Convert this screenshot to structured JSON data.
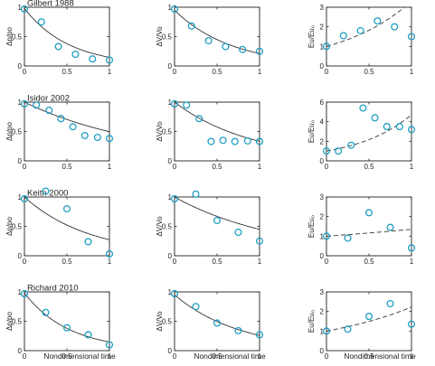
{
  "figure": {
    "xlabel": "Nondimensional time"
  },
  "chart_data": [
    {
      "id": "r0c0",
      "type": "scatter",
      "title": "Gilbert 1988",
      "ylabel": "Δp/po",
      "xlim": [
        0,
        1
      ],
      "ylim": [
        0,
        1
      ],
      "xticks": [
        0,
        0.5,
        1
      ],
      "yticks": [
        0,
        0.5,
        1
      ],
      "tick_labels_y": [
        "0",
        "0.5",
        "1"
      ],
      "points": {
        "x": [
          0,
          0.2,
          0.4,
          0.6,
          0.8,
          1.0
        ],
        "y": [
          0.97,
          0.75,
          0.33,
          0.2,
          0.12,
          0.1
        ]
      },
      "fit": {
        "kind": "exp",
        "a": 0.98,
        "k": 1.9,
        "style": "solid"
      }
    },
    {
      "id": "r0c1",
      "type": "scatter",
      "title": "",
      "ylabel": "ΔV/Vo",
      "xlim": [
        0,
        1
      ],
      "ylim": [
        0,
        1
      ],
      "xticks": [
        0,
        0.5,
        1
      ],
      "yticks": [
        0,
        0.5,
        1
      ],
      "tick_labels_y": [
        "0",
        "0.5",
        "1"
      ],
      "points": {
        "x": [
          0,
          0.2,
          0.4,
          0.6,
          0.8,
          1.0
        ],
        "y": [
          0.97,
          0.68,
          0.43,
          0.33,
          0.28,
          0.25
        ]
      },
      "fit": {
        "kind": "exp",
        "a": 0.95,
        "k": 1.5,
        "style": "solid"
      }
    },
    {
      "id": "r0c2",
      "type": "scatter",
      "title": "",
      "ylabel": "Eu/Eu₀",
      "xlim": [
        0,
        1
      ],
      "ylim": [
        0,
        3
      ],
      "xticks": [
        0,
        0.5,
        1
      ],
      "yticks": [
        0,
        1,
        2,
        3
      ],
      "tick_labels_y": [
        "0",
        "1",
        "2",
        "3"
      ],
      "points": {
        "x": [
          0,
          0.2,
          0.4,
          0.6,
          0.8,
          1.0
        ],
        "y": [
          1.0,
          1.55,
          1.8,
          2.3,
          2.0,
          1.5
        ]
      },
      "fit": {
        "kind": "exp",
        "a": 1.0,
        "k": 1.2,
        "style": "dashed"
      }
    },
    {
      "id": "r1c0",
      "type": "scatter",
      "title": "Isidor 2002",
      "ylabel": "Δp/po",
      "xlim": [
        0,
        1
      ],
      "ylim": [
        0,
        1
      ],
      "xticks": [
        0,
        0.5,
        1
      ],
      "yticks": [
        0,
        0.5,
        1
      ],
      "tick_labels_y": [
        "0",
        "0.5",
        "1"
      ],
      "points": {
        "x": [
          0,
          0.14,
          0.29,
          0.43,
          0.57,
          0.71,
          0.86,
          1.0
        ],
        "y": [
          0.97,
          0.95,
          0.86,
          0.72,
          0.58,
          0.43,
          0.4,
          0.38
        ]
      },
      "fit": {
        "kind": "exp",
        "a": 1.0,
        "k": 0.7,
        "style": "solid"
      }
    },
    {
      "id": "r1c1",
      "type": "scatter",
      "title": "",
      "ylabel": "ΔV/Vo",
      "xlim": [
        0,
        1
      ],
      "ylim": [
        0,
        1
      ],
      "xticks": [
        0,
        0.5,
        1
      ],
      "yticks": [
        0,
        0.5,
        1
      ],
      "tick_labels_y": [
        "0",
        "0.5",
        "1"
      ],
      "points": {
        "x": [
          0,
          0.14,
          0.29,
          0.43,
          0.57,
          0.71,
          0.86,
          1.0
        ],
        "y": [
          0.97,
          0.95,
          0.72,
          0.33,
          0.35,
          0.33,
          0.34,
          0.33
        ]
      },
      "fit": {
        "kind": "exp",
        "a": 1.0,
        "k": 1.1,
        "style": "solid"
      }
    },
    {
      "id": "r1c2",
      "type": "scatter",
      "title": "",
      "ylabel": "Eu/Eu₀",
      "xlim": [
        0,
        1
      ],
      "ylim": [
        0,
        6
      ],
      "xticks": [
        0,
        0.5,
        1
      ],
      "yticks": [
        0,
        2,
        4,
        6
      ],
      "tick_labels_y": [
        "0",
        "2",
        "4",
        "6"
      ],
      "points": {
        "x": [
          0,
          0.14,
          0.29,
          0.43,
          0.57,
          0.71,
          0.86,
          1.0
        ],
        "y": [
          1.0,
          1.0,
          1.6,
          5.4,
          4.4,
          3.5,
          3.5,
          3.2
        ]
      },
      "fit": {
        "kind": "exp",
        "a": 1.0,
        "k": 1.55,
        "style": "dashed"
      }
    },
    {
      "id": "r2c0",
      "type": "scatter",
      "title": "Keith 2000",
      "ylabel": "Δp/po",
      "xlim": [
        0,
        1
      ],
      "ylim": [
        0,
        1
      ],
      "xticks": [
        0,
        0.5,
        1
      ],
      "yticks": [
        0,
        0.5,
        1
      ],
      "tick_labels_y": [
        "0",
        "0.5",
        "1"
      ],
      "points": {
        "x": [
          0,
          0.25,
          0.5,
          0.75,
          1.0
        ],
        "y": [
          0.97,
          1.1,
          0.8,
          0.24,
          0.03
        ]
      },
      "fit": {
        "kind": "exp",
        "a": 1.0,
        "k": 1.3,
        "style": "solid"
      }
    },
    {
      "id": "r2c1",
      "type": "scatter",
      "title": "",
      "ylabel": "ΔV/Vo",
      "xlim": [
        0,
        1
      ],
      "ylim": [
        0,
        1
      ],
      "xticks": [
        0,
        0.5,
        1
      ],
      "yticks": [
        0,
        0.5,
        1
      ],
      "tick_labels_y": [
        "0",
        "0.5",
        "1"
      ],
      "points": {
        "x": [
          0,
          0.25,
          0.5,
          0.75,
          1.0
        ],
        "y": [
          0.97,
          1.05,
          0.6,
          0.4,
          0.25
        ]
      },
      "fit": {
        "kind": "exp",
        "a": 1.0,
        "k": 0.8,
        "style": "solid"
      }
    },
    {
      "id": "r2c2",
      "type": "scatter",
      "title": "",
      "ylabel": "Eu/Eu₀",
      "xlim": [
        0,
        1
      ],
      "ylim": [
        0,
        3
      ],
      "xticks": [
        0,
        0.5,
        1
      ],
      "yticks": [
        0,
        1,
        2,
        3
      ],
      "tick_labels_y": [
        "0",
        "1",
        "2",
        "3"
      ],
      "points": {
        "x": [
          0,
          0.25,
          0.5,
          0.75,
          1.0
        ],
        "y": [
          1.0,
          0.9,
          2.2,
          1.45,
          0.4
        ]
      },
      "fit": {
        "kind": "exp",
        "a": 1.0,
        "k": 0.3,
        "style": "dashed"
      }
    },
    {
      "id": "r3c0",
      "type": "scatter",
      "title": "Richard 2010",
      "ylabel": "Δp/po",
      "xlim": [
        0,
        1
      ],
      "ylim": [
        0,
        1
      ],
      "xticks": [
        0,
        0.5,
        1
      ],
      "yticks": [
        0,
        0.5,
        1
      ],
      "tick_labels_y": [
        "0",
        "0.5",
        "1"
      ],
      "points": {
        "x": [
          0,
          0.25,
          0.5,
          0.75,
          1.0
        ],
        "y": [
          0.97,
          0.65,
          0.39,
          0.27,
          0.1
        ]
      },
      "fit": {
        "kind": "exp",
        "a": 0.98,
        "k": 1.9,
        "style": "solid"
      }
    },
    {
      "id": "r3c1",
      "type": "scatter",
      "title": "",
      "ylabel": "ΔV/Vo",
      "xlim": [
        0,
        1
      ],
      "ylim": [
        0,
        1
      ],
      "xticks": [
        0,
        0.5,
        1
      ],
      "yticks": [
        0,
        0.5,
        1
      ],
      "tick_labels_y": [
        "0",
        "0.5",
        "1"
      ],
      "points": {
        "x": [
          0,
          0.25,
          0.5,
          0.75,
          1.0
        ],
        "y": [
          0.97,
          0.75,
          0.47,
          0.34,
          0.27
        ]
      },
      "fit": {
        "kind": "exp",
        "a": 0.95,
        "k": 1.3,
        "style": "solid"
      }
    },
    {
      "id": "r3c2",
      "type": "scatter",
      "title": "",
      "ylabel": "Eu/Eu₀",
      "xlim": [
        0,
        1
      ],
      "ylim": [
        0,
        3
      ],
      "xticks": [
        0,
        0.5,
        1
      ],
      "yticks": [
        0,
        1,
        2,
        3
      ],
      "tick_labels_y": [
        "0",
        "1",
        "2",
        "3"
      ],
      "points": {
        "x": [
          0,
          0.25,
          0.5,
          0.75,
          1.0
        ],
        "y": [
          1.0,
          1.1,
          1.75,
          2.4,
          1.35
        ]
      },
      "fit": {
        "kind": "exp",
        "a": 1.0,
        "k": 0.8,
        "style": "dashed"
      }
    }
  ]
}
